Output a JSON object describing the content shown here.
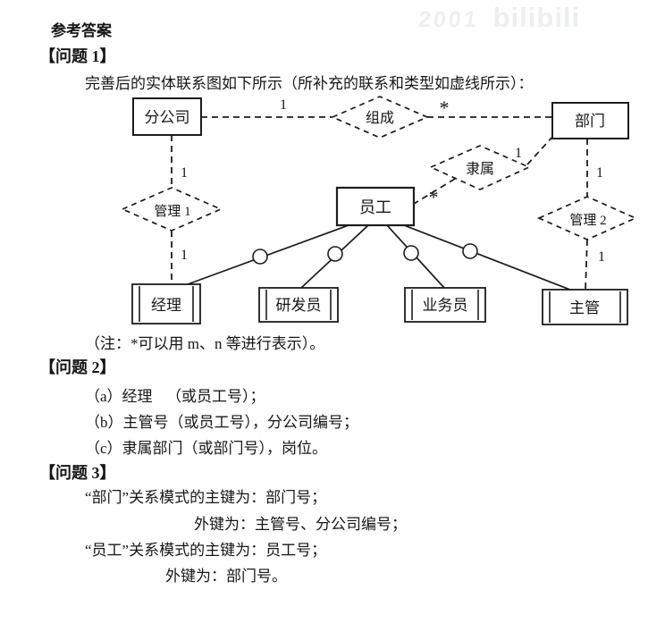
{
  "watermark": {
    "fragment": "2001",
    "brand": "bilibili"
  },
  "title": "参考答案",
  "q1": {
    "heading": "【问题 1】",
    "intro": "完善后的实体联系图如下所示（所补充的联系和类型如虚线所示）：",
    "note": "（注：*可以用 m、n 等进行表示）。"
  },
  "diagram": {
    "entities": {
      "branch": "分公司",
      "department": "部门",
      "employee": "员工"
    },
    "subtypes": {
      "manager": "经理",
      "developer": "研发员",
      "salesperson": "业务员",
      "supervisor": "主管"
    },
    "relationships": {
      "compose": "组成",
      "subordinate": "隶属",
      "manage1": "管理 1",
      "manage2": "管理 2"
    },
    "cardinality": {
      "compose_branch": "1",
      "compose_dept": "*",
      "subordinate_dept": "1",
      "subordinate_emp": "*",
      "manage1_top": "1",
      "manage1_bottom": "1",
      "manage2_top": "1",
      "manage2_bottom": "1"
    }
  },
  "q2": {
    "heading": "【问题 2】",
    "items": [
      {
        "label": "（a）经理",
        "value": "（或员工号）；"
      },
      {
        "label": "（b）主管号",
        "value": "（或员工号），分公司编号；"
      },
      {
        "label": "（c）隶属部门",
        "value": "（或部门号），岗位。"
      }
    ]
  },
  "q3": {
    "heading": "【问题 3】",
    "lines": [
      "“部门”关系模式的主键为：部门号；",
      "外键为：主管号、分公司编号；",
      "“员工”关系模式的主键为：员工号；",
      "外键为：部门号。"
    ]
  }
}
